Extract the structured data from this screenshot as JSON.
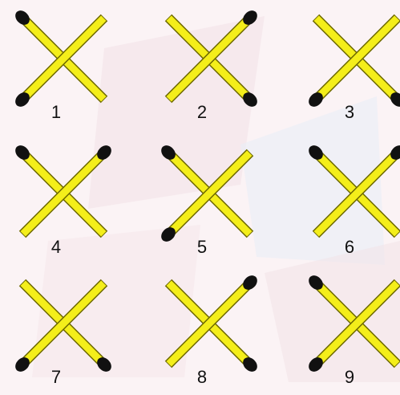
{
  "puzzle": {
    "colors": {
      "stick": "#f4ee1a",
      "stick_outline": "#6e6a00",
      "match_head": "#111111",
      "background": "#fbf3f5"
    },
    "figures": [
      {
        "label": "1",
        "heads": [
          "top-left",
          "bottom-left"
        ]
      },
      {
        "label": "2",
        "heads": [
          "top-right",
          "bottom-right"
        ]
      },
      {
        "label": "3",
        "heads": [
          "bottom-left",
          "bottom-right"
        ]
      },
      {
        "label": "4",
        "heads": [
          "top-left",
          "top-right"
        ]
      },
      {
        "label": "5",
        "heads": [
          "top-left",
          "bottom-left"
        ]
      },
      {
        "label": "6",
        "heads": [
          "top-left",
          "top-right"
        ]
      },
      {
        "label": "7",
        "heads": [
          "bottom-left",
          "bottom-right"
        ]
      },
      {
        "label": "8",
        "heads": [
          "top-right",
          "bottom-right"
        ]
      },
      {
        "label": "9",
        "heads": [
          "top-left",
          "bottom-left"
        ]
      }
    ]
  }
}
